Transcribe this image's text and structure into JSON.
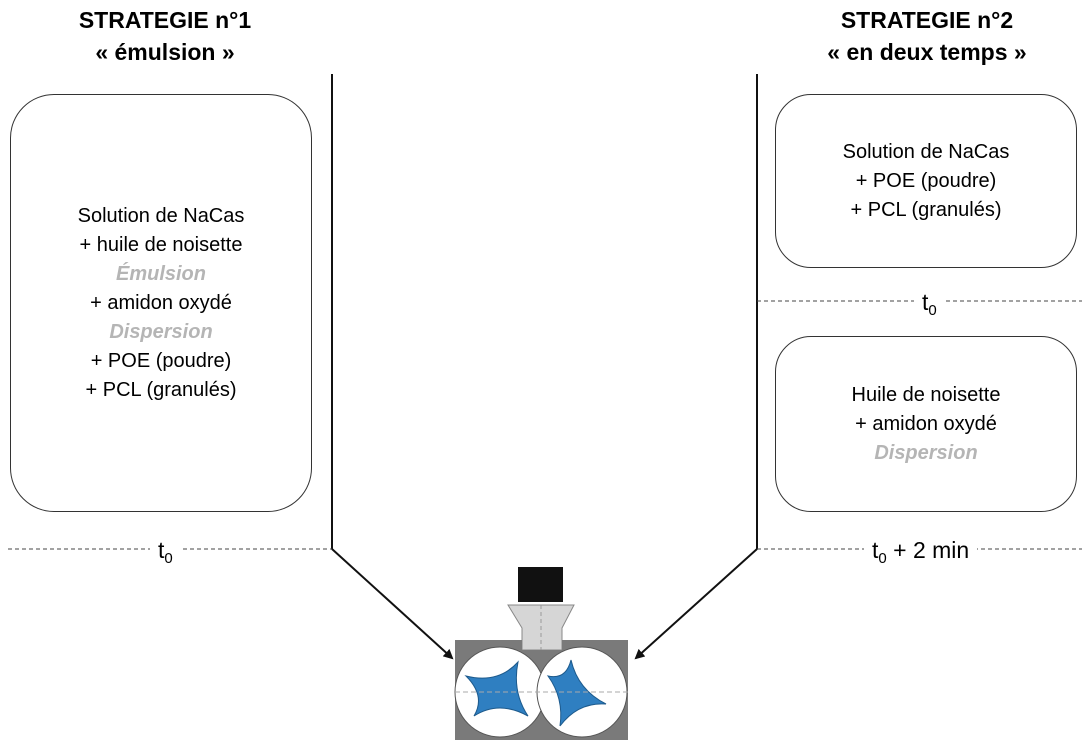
{
  "strategy1": {
    "title": "STRATEGIE n°1",
    "subtitle": "« émulsion »",
    "box": {
      "lines": [
        {
          "text": "Solution de NaCas",
          "style": "normal"
        },
        {
          "text": "+ huile de noisette",
          "style": "normal"
        },
        {
          "text": "Émulsion",
          "style": "note"
        },
        {
          "text": "+ amidon oxydé",
          "style": "normal"
        },
        {
          "text": "Dispersion",
          "style": "note"
        },
        {
          "text": "+ POE (poudre)",
          "style": "normal"
        },
        {
          "text": "+ PCL (granulés)",
          "style": "normal"
        }
      ]
    },
    "time_label": {
      "base": "t",
      "sub": "0",
      "suffix": ""
    }
  },
  "strategy2": {
    "title": "STRATEGIE n°2",
    "subtitle": "« en deux temps »",
    "box1": {
      "lines": [
        {
          "text": "Solution de NaCas",
          "style": "normal"
        },
        {
          "text": "+ POE (poudre)",
          "style": "normal"
        },
        {
          "text": "+ PCL (granulés)",
          "style": "normal"
        }
      ]
    },
    "time_label_1": {
      "base": "t",
      "sub": "0",
      "suffix": ""
    },
    "box2": {
      "lines": [
        {
          "text": "Huile de noisette",
          "style": "normal"
        },
        {
          "text": "+ amidon oxydé",
          "style": "normal"
        },
        {
          "text": "Dispersion",
          "style": "note"
        }
      ]
    },
    "time_label_2": {
      "base": "t",
      "sub": "0",
      "suffix": " + 2 min"
    }
  },
  "colors": {
    "note_text": "#b5b5b5",
    "mixer_body": "#7a7a7a",
    "rotor_blade": "#2f7fc1",
    "feeder": "#111111"
  }
}
